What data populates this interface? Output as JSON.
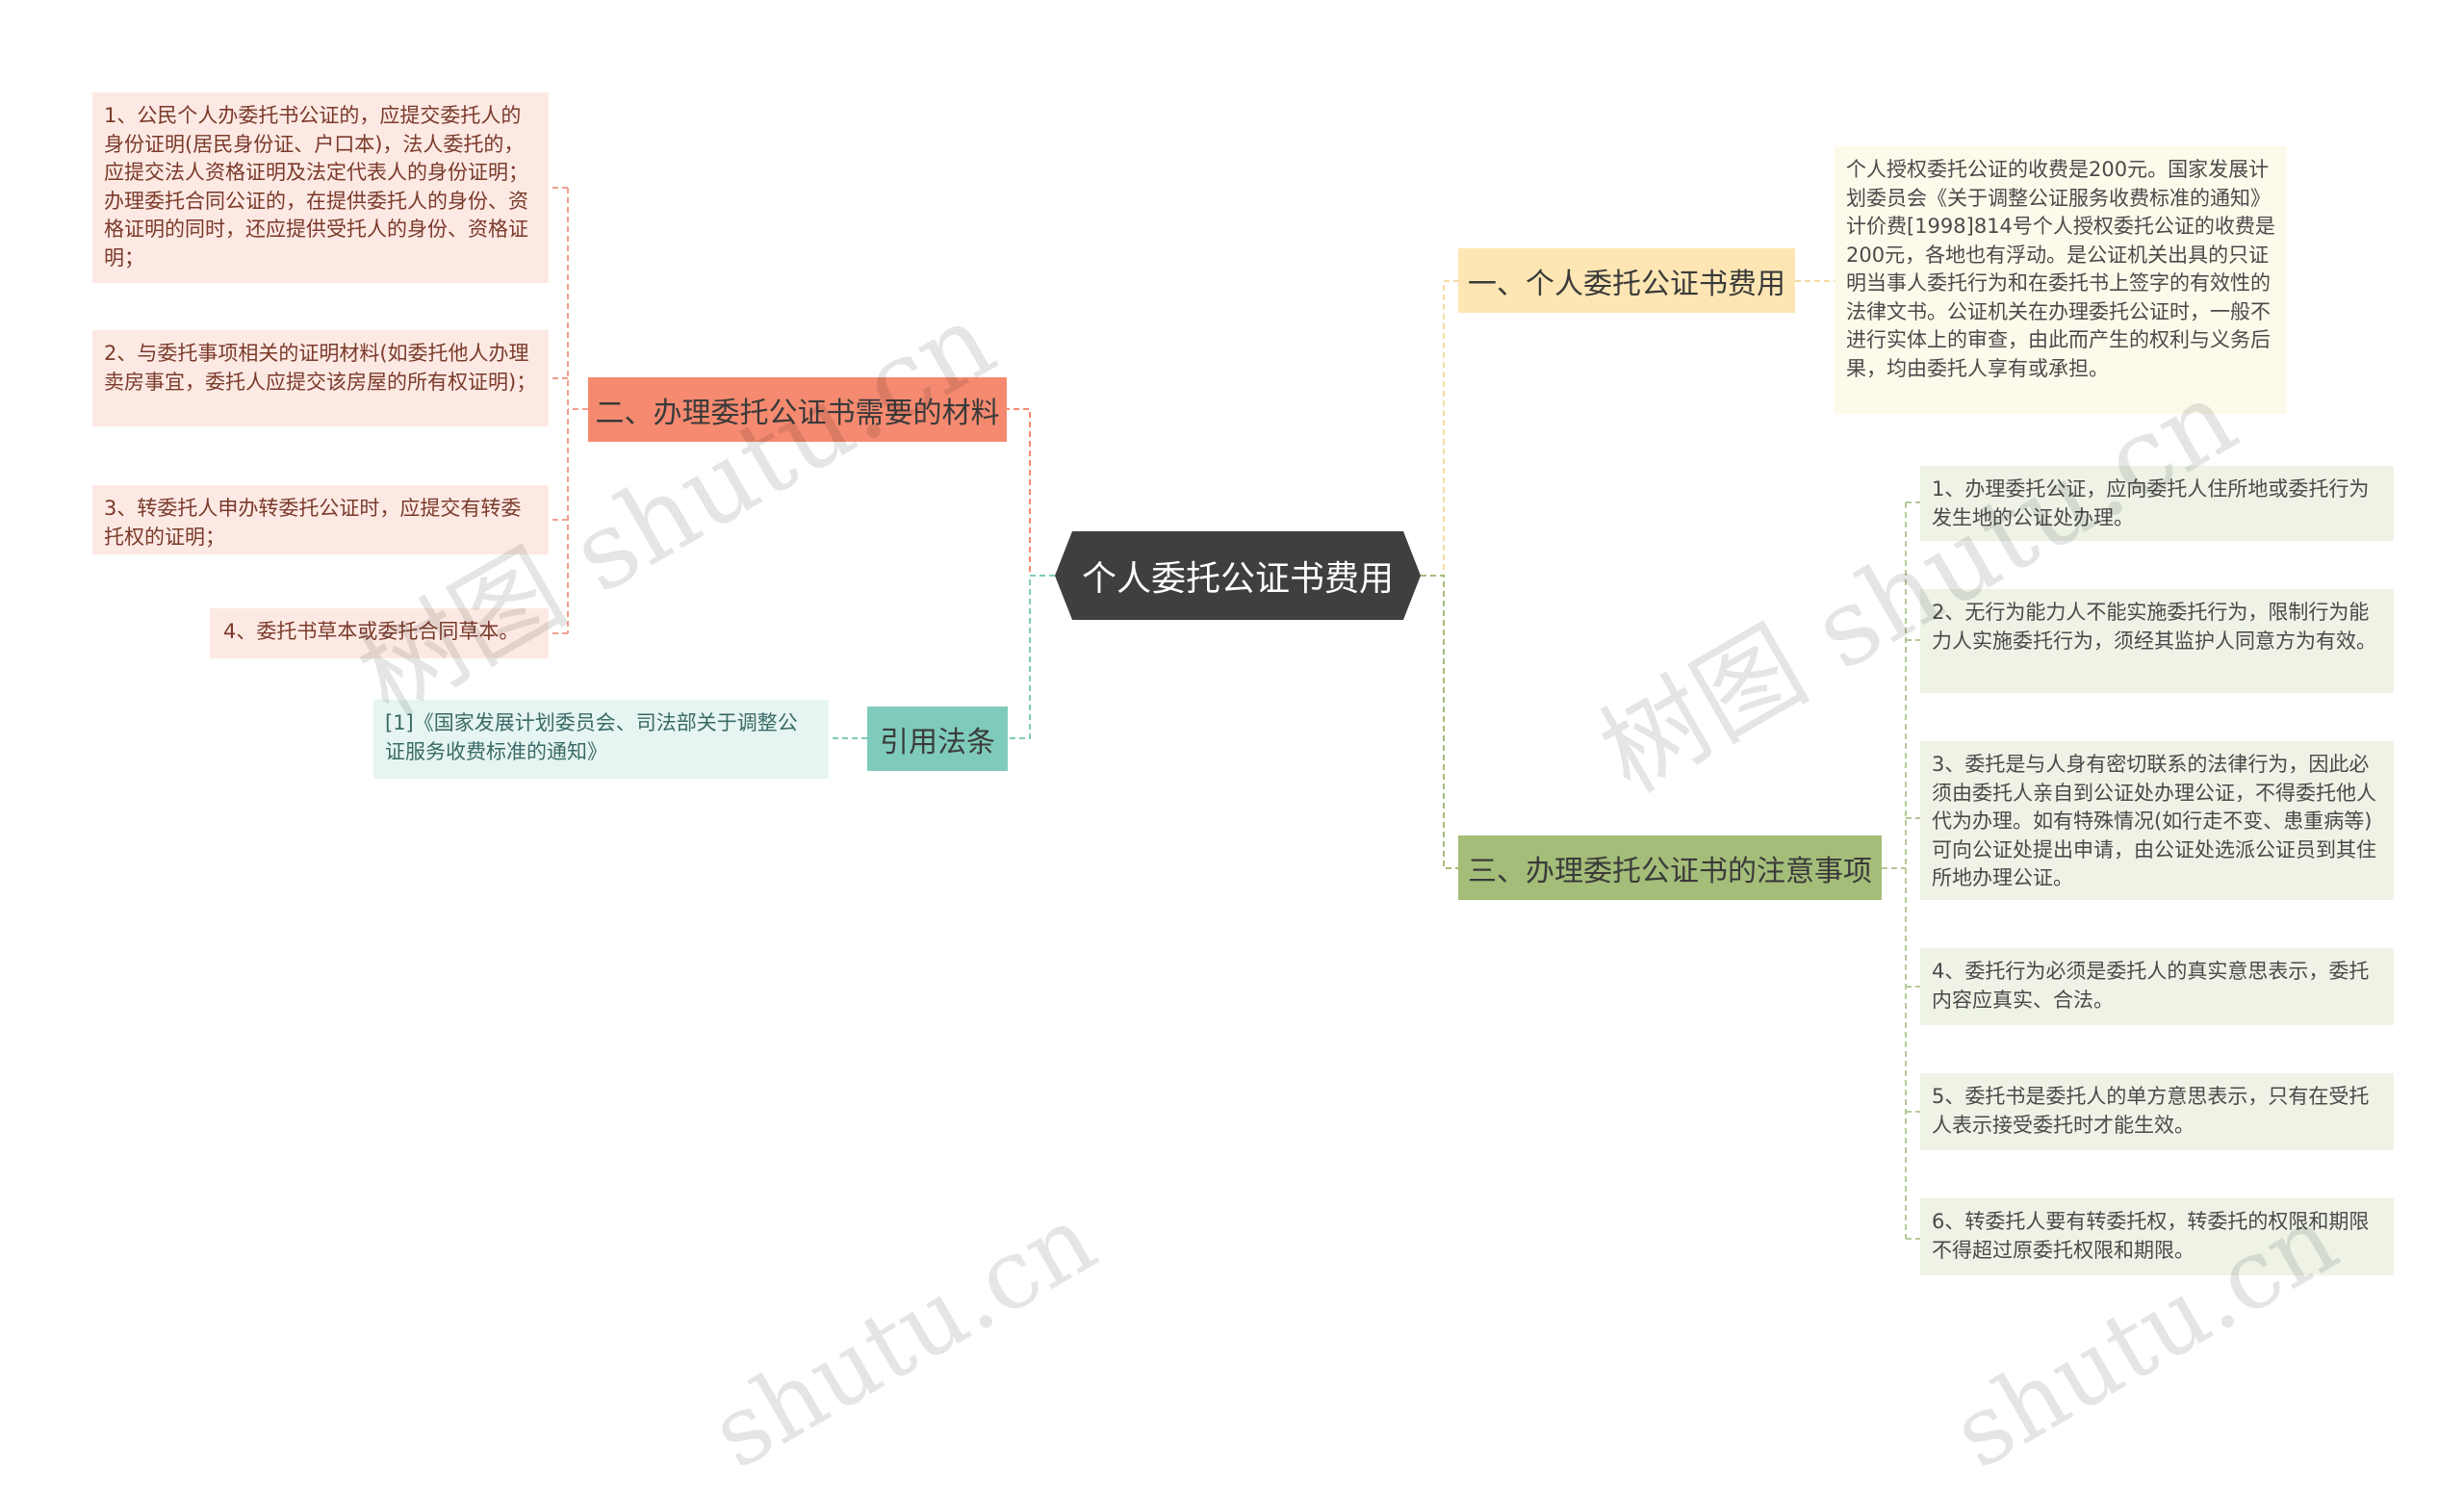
{
  "root": {
    "label": "个人委托公证书费用"
  },
  "branches": {
    "fee": {
      "label": "一、个人委托公证书费用"
    },
    "materials": {
      "label": "二、办理委托公证书需要的材料"
    },
    "notes": {
      "label": "三、办理委托公证书的注意事项"
    },
    "citation": {
      "label": "引用法条"
    }
  },
  "fee_detail": "个人授权委托公证的收费是200元。国家发展计划委员会《关于调整公证服务收费标准的通知》 计价费[1998]814号个人授权委托公证的收费是200元，各地也有浮动。是公证机关出具的只证明当事人委托行为和在委托书上签字的有效性的法律文书。公证机关在办理委托公证时，一般不进行实体上的审查，由此而产生的权利与义务后果，均由委托人享有或承担。",
  "materials_items": [
    "1、公民个人办委托书公证的，应提交委托人的身份证明(居民身份证、户口本)，法人委托的，应提交法人资格证明及法定代表人的身份证明；办理委托合同公证的，在提供委托人的身份、资格证明的同时，还应提供受托人的身份、资格证明；",
    "2、与委托事项相关的证明材料(如委托他人办理卖房事宜，委托人应提交该房屋的所有权证明)；",
    "3、转委托人申办转委托公证时，应提交有转委托权的证明；",
    "4、委托书草本或委托合同草本。"
  ],
  "notes_items": [
    "1、办理委托公证，应向委托人住所地或委托行为发生地的公证处办理。",
    "2、无行为能力人不能实施委托行为，限制行为能力人实施委托行为，须经其监护人同意方为有效。",
    "3、委托是与人身有密切联系的法律行为，因此必须由委托人亲自到公证处办理公证，不得委托他人代为办理。如有特殊情况(如行走不变、患重病等)可向公证处提出申请，由公证处选派公证员到其住所地办理公证。",
    "4、委托行为必须是委托人的真实意思表示，委托内容应真实、合法。",
    "5、委托书是委托人的单方意思表示，只有在受托人表示接受委托时才能生效。",
    "6、转委托人要有转委托权，转委托的权限和期限不得超过原委托权限和期限。"
  ],
  "citation_item": "[1]《国家发展计划委员会、司法部关于调整公证服务收费标准的通知》",
  "watermark": [
    "树图 shutu.cn",
    "树图 shutu.cn",
    "shutu.cn",
    "shutu.cn"
  ],
  "colors": {
    "root": "#3f3f3f",
    "fee": "#fde6b3",
    "materials": "#f58a70",
    "notes": "#a4bd79",
    "citation": "#7fcbbb"
  }
}
